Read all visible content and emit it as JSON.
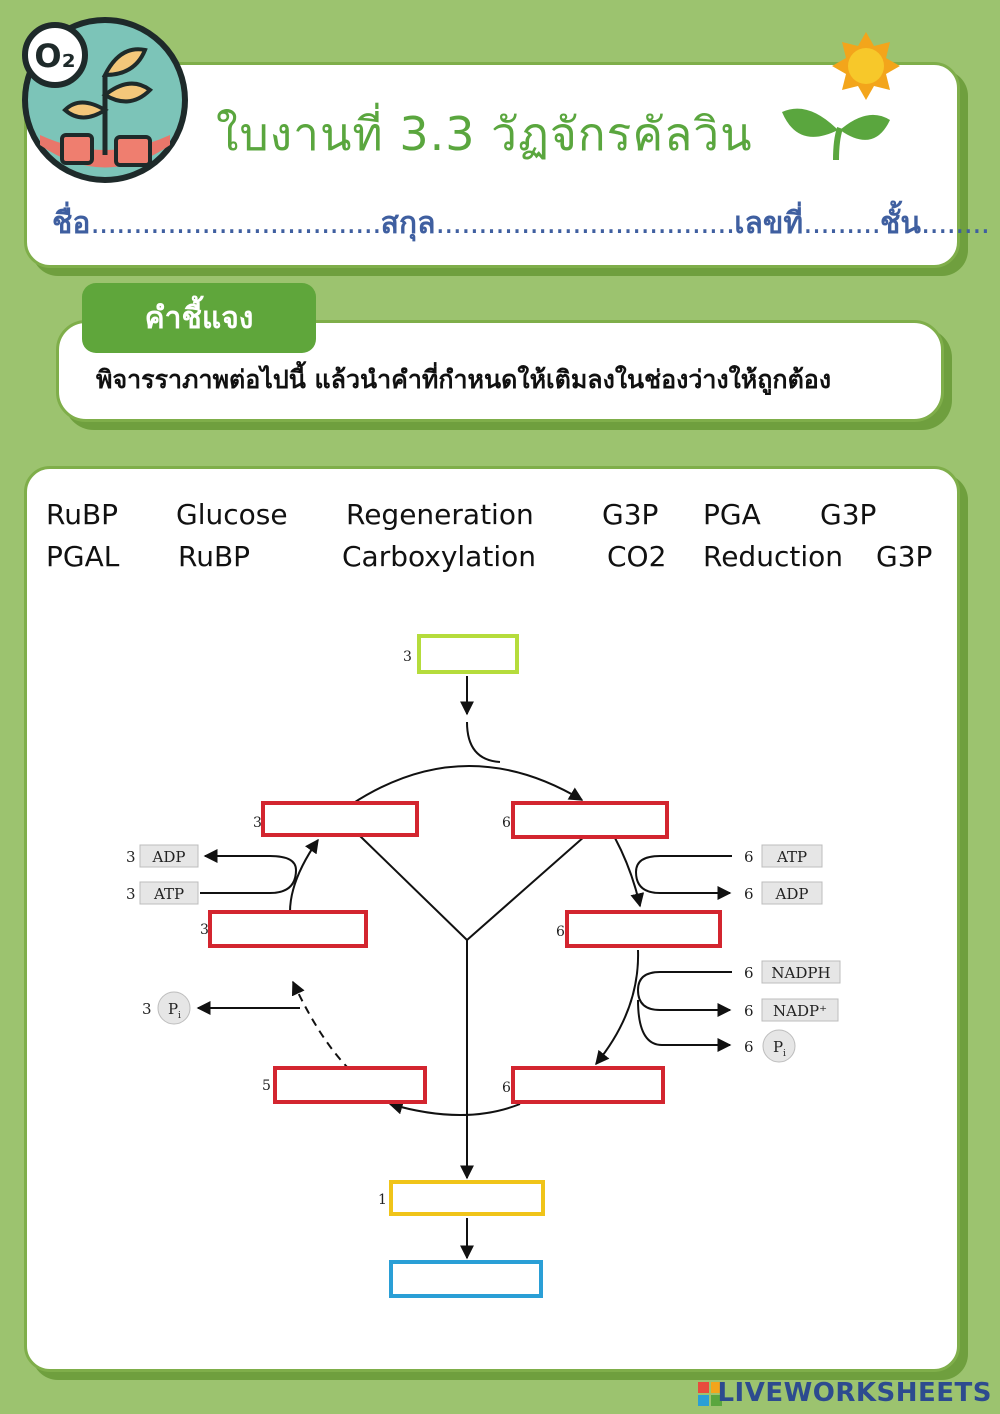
{
  "header": {
    "title": "ใบงานที่ 3.3 วัฏจักรคัลวิน",
    "name_label": "ชื่อ",
    "name_dots": "..................................",
    "surname_label": "สกุล",
    "surname_dots": "...................................",
    "number_label": "เลขที่",
    "number_dots": ".........",
    "class_label": "ชั้น",
    "class_dots": "........"
  },
  "logo": {
    "badge": "O₂"
  },
  "instructions": {
    "tab_label": "คำชี้แจง",
    "text": "พิจารราภาพต่อไปนี้ แล้วนำคำที่กำหนดให้เติมลงในช่องว่างให้ถูกต้อง"
  },
  "word_bank": {
    "row1": [
      "RuBP",
      "Glucose",
      "Regeneration",
      "G3P",
      "PGA",
      "G3P"
    ],
    "row2": [
      "PGAL",
      "RuBP",
      "Carboxylation",
      "CO2",
      "Reduction",
      "G3P"
    ]
  },
  "diagram": {
    "box_counts": [
      "3",
      "3",
      "6",
      "3",
      "6",
      "5",
      "6",
      "1"
    ],
    "left_inputs": [
      {
        "count": "3",
        "label": "ADP"
      },
      {
        "count": "3",
        "label": "ATP"
      }
    ],
    "left_pi": {
      "count": "3",
      "label": "P",
      "sub": "i"
    },
    "right_inputs": [
      {
        "count": "6",
        "label": "ATP"
      },
      {
        "count": "6",
        "label": "ADP"
      },
      {
        "count": "6",
        "label": "NADPH"
      },
      {
        "count": "6",
        "label": "NADP⁺"
      }
    ],
    "right_pi": {
      "count": "6",
      "label": "P",
      "sub": "i"
    },
    "colors": {
      "co2_box": "#b5dc3c",
      "cycle_box": "#d3252f",
      "g3p_out_box": "#f0c419",
      "glucose_box": "#2a9fd6"
    }
  },
  "brand": {
    "name": "LIVEWORKSHEETS"
  }
}
